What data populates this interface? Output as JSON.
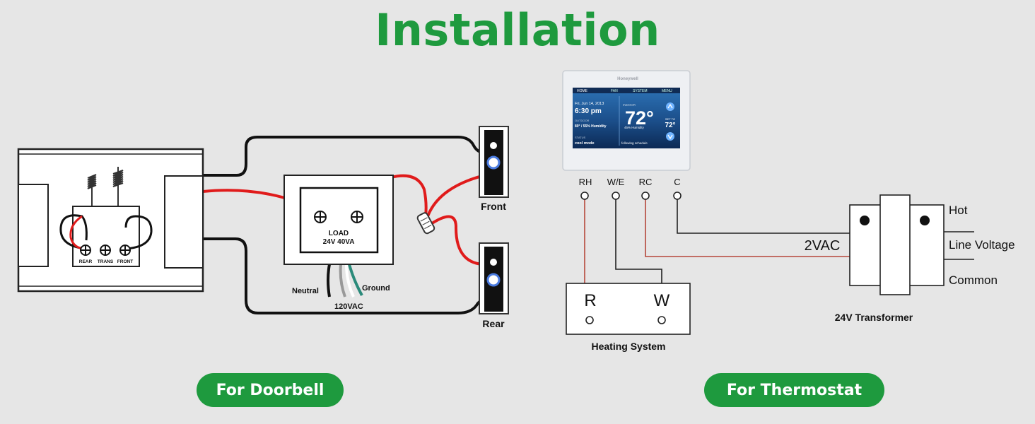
{
  "title": "Installation",
  "doorbell": {
    "chime_terminals": [
      "REAR",
      "TRANS",
      "FRONT"
    ],
    "transformer_line1": "LOAD",
    "transformer_line2": "24V 40VA",
    "neutral": "Neutral",
    "ground": "Ground",
    "supply": "120VAC",
    "front": "Front",
    "rear": "Rear",
    "button_label": "For Doorbell"
  },
  "thermostat": {
    "brand": "Honeywell",
    "screen": {
      "menu": [
        "HOME",
        "FAN",
        "SYSTEM",
        "MENU"
      ],
      "date": "Fri, Jun 14, 2013",
      "time": "6:30 pm",
      "outdoor_label": "OUTDOOR",
      "outdoor": "80° / 55% Humidity",
      "indoor_label": "INDOOR",
      "indoor_temp": "72°",
      "indoor_humidity": "45% Humidity",
      "set_to": "SET TO",
      "set_temp": "72°",
      "status_label": "STATUS",
      "status": "cool mode",
      "schedule": "following schedule"
    },
    "terminals": [
      "RH",
      "W/E",
      "RC",
      "C"
    ],
    "heating_r": "R",
    "heating_w": "W",
    "heating_label": "Heating System",
    "vac": "2VAC",
    "hot": "Hot",
    "line_voltage": "Line Voltage",
    "common": "Common",
    "transformer_label": "24V Transformer",
    "button_label": "For Thermostat"
  },
  "colors": {
    "green": "#1e9a3e",
    "red_wire": "#e01b1b",
    "teal_wire": "#2a8a7a",
    "brown_wire": "#b5473a"
  }
}
